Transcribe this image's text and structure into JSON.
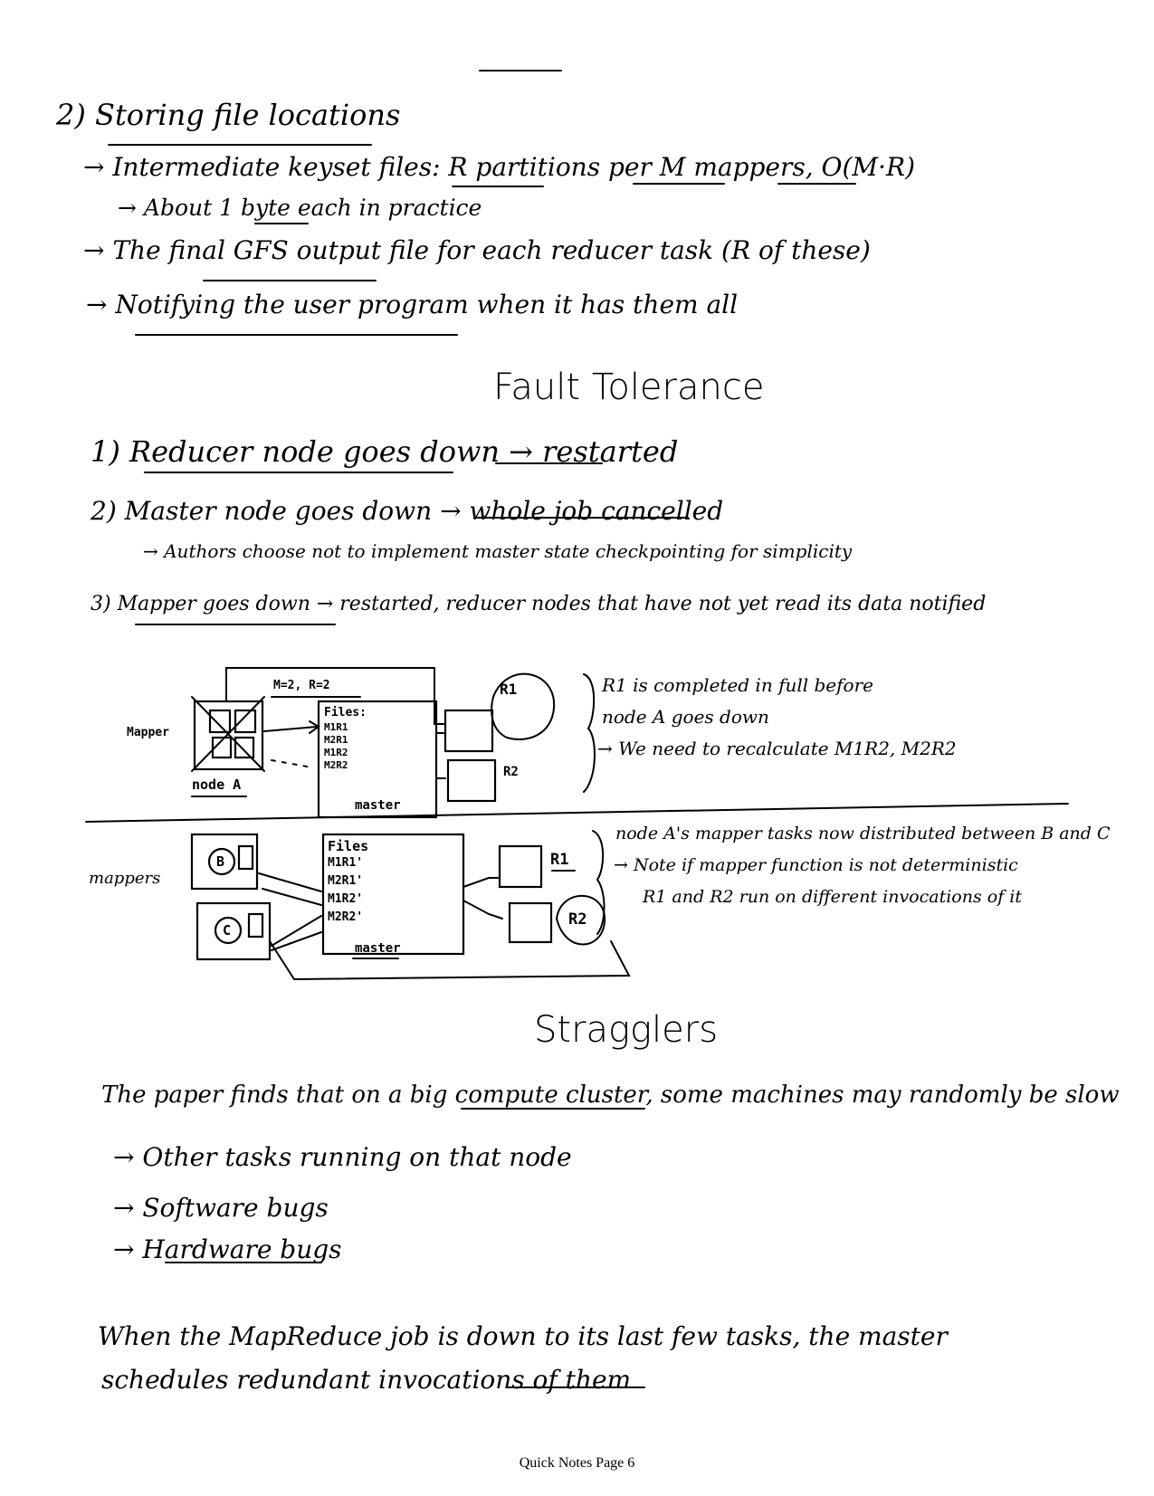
{
  "section_storing": {
    "heading": "2) Storing file locations",
    "items": [
      "→ Intermediate keyset files: R partitions per M mappers, O(M·R)",
      "→ About 1 byte each in practice",
      "→ The final GFS output file for each reducer task (R of these)",
      "→ Notifying the user program when it has them all"
    ]
  },
  "fault_tolerance": {
    "title": "Fault Tolerance",
    "item1": "1) Reducer node goes down → restarted",
    "item2": "2) Master node goes down → whole job cancelled",
    "item2_sub": "→ Authors choose not to implement master state checkpointing for simplicity",
    "item3": "3) Mapper goes down → restarted, reducer nodes that have not yet read its data notified"
  },
  "diagram_top": {
    "params": "M=2, R=2",
    "mapper_label": "Mapper",
    "node_label": "node A",
    "files_lines": [
      "Files:",
      "M1R1",
      "M2R1",
      "M1R2",
      "M2R2"
    ],
    "master_label": "master",
    "r1": "R1",
    "r2": "R2",
    "note_lines": [
      "R1 is completed in full before",
      "node A goes down",
      "→ We need to recalculate M1R2, M2R2"
    ]
  },
  "diagram_bottom": {
    "mappers_label": "mappers",
    "node_b": "B",
    "node_c": "C",
    "files_lines": [
      "Files",
      "M1R1'",
      "M2R1'",
      "M1R2'",
      "M2R2'"
    ],
    "master_label": "master",
    "r1": "R1",
    "r2": "R2",
    "note_lines": [
      "node A's mapper tasks now distributed between B and C",
      "→ Note if mapper function is not deterministic",
      "R1 and R2 run on different invocations of it"
    ]
  },
  "stragglers": {
    "title": "Stragglers",
    "intro": "The paper finds that on a big compute cluster, some machines may randomly be slow",
    "causes": [
      "→ Other tasks running on that node",
      "→ Software bugs",
      "→ Hardware bugs"
    ],
    "conclusion_lines": [
      "When the MapReduce job is down to its last few tasks, the master",
      "schedules redundant invocations of them"
    ]
  },
  "footer": "Quick Notes Page 6"
}
